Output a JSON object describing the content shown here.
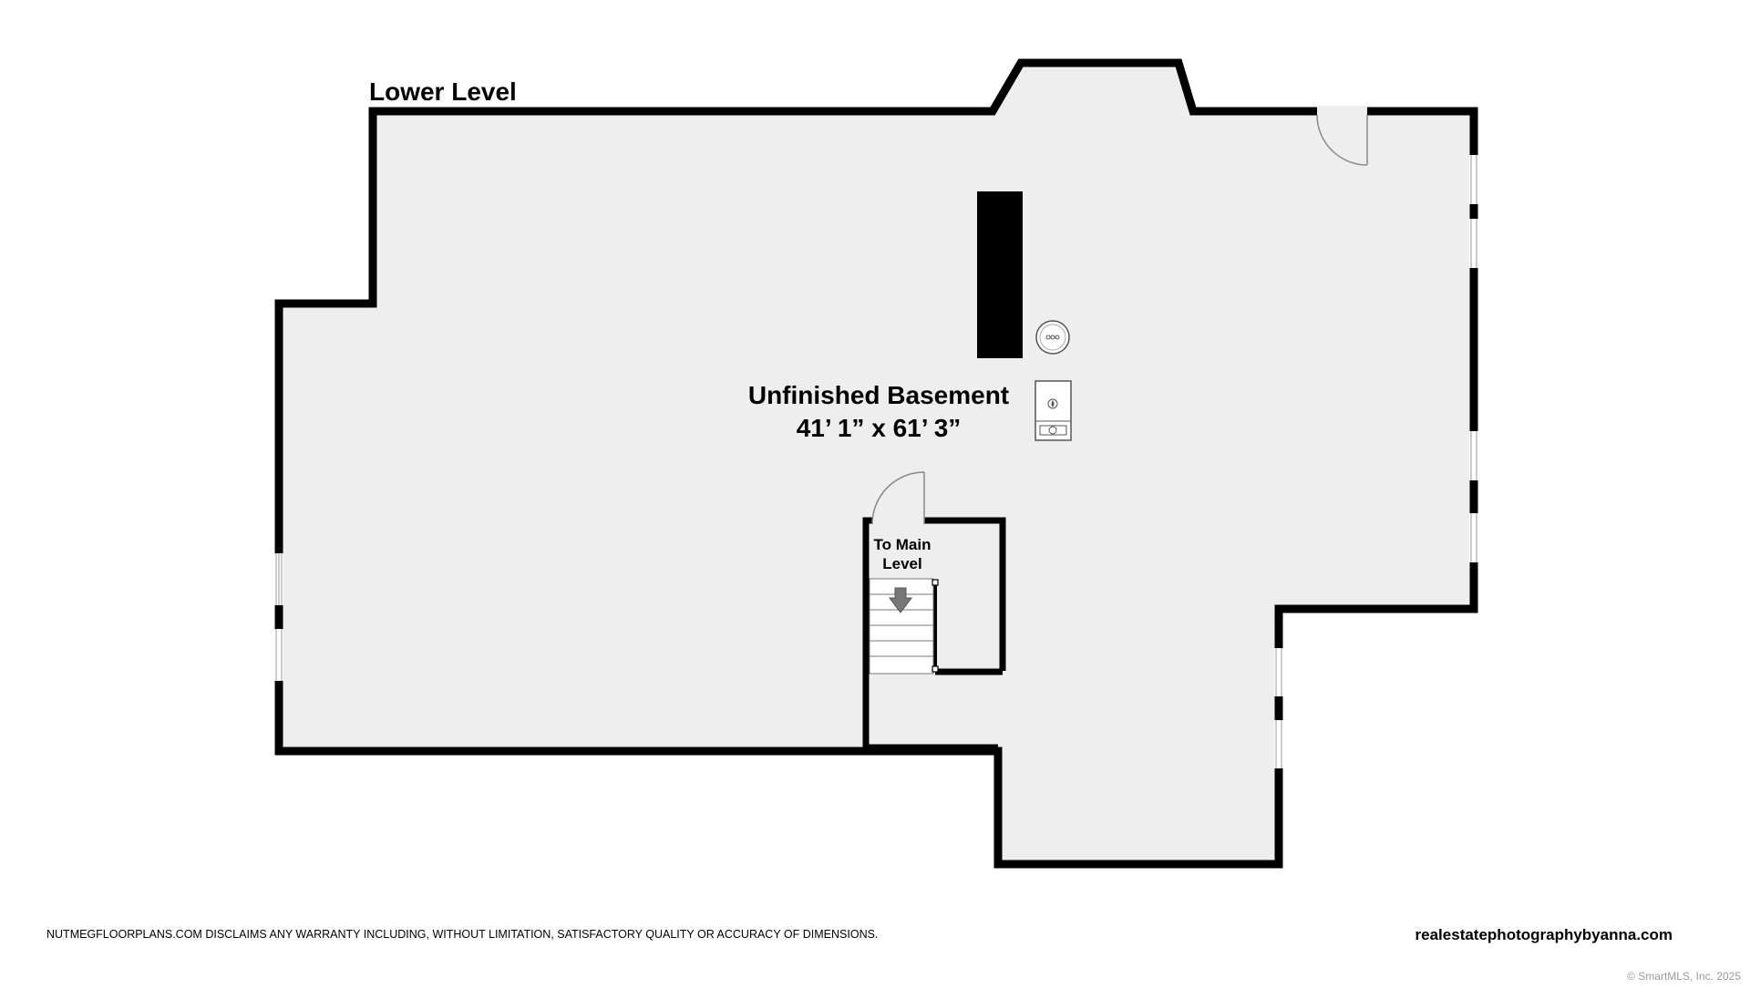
{
  "level_title": "Lower Level",
  "room": {
    "name": "Unfinished Basement",
    "dimensions": "41’ 1” x 61’ 3”"
  },
  "stair": {
    "label_line1": "To Main",
    "label_line2": "Level"
  },
  "footer": {
    "disclaimer": "NUTMEGFLOORPLANS.COM DISCLAIMS ANY WARRANTY INCLUDING, WITHOUT LIMITATION, SATISFACTORY QUALITY OR ACCURACY OF DIMENSIONS.",
    "website": "realestatephotographybyanna.com",
    "copyright": "© SmartMLS, Inc.  2025"
  },
  "colors": {
    "floor": "#eeeeee",
    "wall": "#000000",
    "background": "#ffffff"
  },
  "icons": {
    "water_heater": "water-heater-icon",
    "furnace": "furnace-icon",
    "stair_arrow": "stair-down-arrow-icon"
  }
}
